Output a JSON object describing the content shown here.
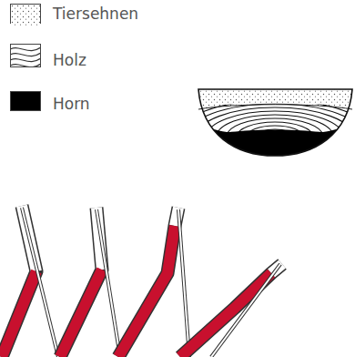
{
  "diagram": {
    "legend": [
      {
        "text": "Tiersehnen"
      },
      {
        "text": "Holz"
      },
      {
        "text": "Horn",
        "color": "#000000"
      }
    ]
  }
}
